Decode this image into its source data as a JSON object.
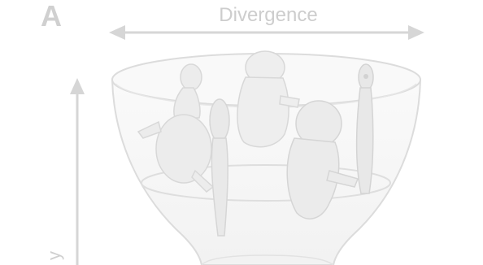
{
  "figure": {
    "panel_label": "A",
    "top_axis_label": "Divergence",
    "side_axis_label": "y",
    "colors": {
      "arrow": "#d6d6d6",
      "text": "#cdcdcd",
      "bowl_outline": "#dddddd",
      "bowl_fill": "#f7f7f7",
      "embryo": "#e4e4e4"
    },
    "icons": {
      "bowl": "hourglass-bowl",
      "embryos": [
        "turtle-embryo",
        "fish-embryo",
        "mammal-embryo",
        "bird-embryo",
        "lizard-embryo"
      ]
    }
  }
}
